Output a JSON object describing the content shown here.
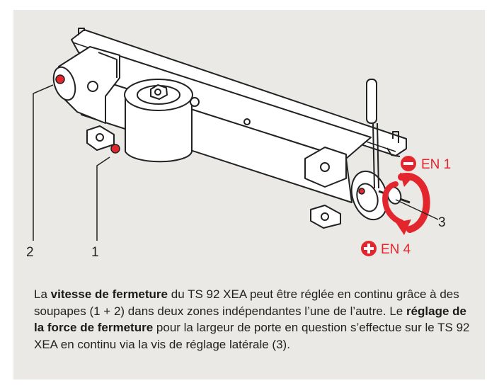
{
  "diagram": {
    "callouts": {
      "valve_2": "2",
      "valve_1": "1",
      "adjust_screw": "3"
    },
    "en_min": "EN 1",
    "en_max": "EN 4",
    "colors": {
      "accent": "#e3262d",
      "line": "#222222",
      "background": "#ebe9e5"
    }
  },
  "description": {
    "part1": "La ",
    "bold1": "vitesse de fermeture",
    "part2": " du TS 92 XEA peut être réglée en continu grâce à des soupapes (1 + 2) dans deux zones indépendantes l’une de l’autre. Le ",
    "bold2": "réglage de la force de fermeture",
    "part3": " pour la largeur de porte en question s’effectue sur le TS 92 XEA en continu via la vis de réglage latérale (3)."
  }
}
